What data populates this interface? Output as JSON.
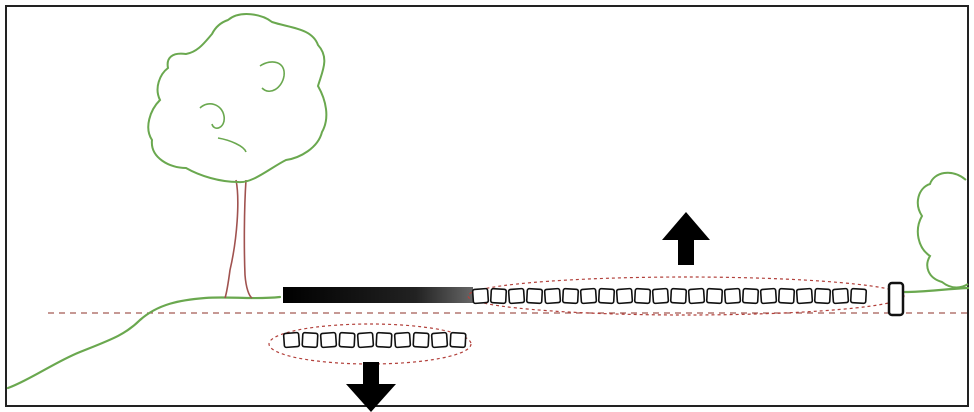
{
  "diagram": {
    "description_visible_text": "",
    "colors": {
      "vegetation_stroke": "#6aa84f",
      "trunk_stroke": "#a0524f",
      "outline_dashed": "#b2403b",
      "reference_line": "#a45a55",
      "segment_dark": "#000000",
      "brick_fill": "#ffffff",
      "brick_stroke": "#111111",
      "arrow_fill": "#000000",
      "frame": "#222222"
    },
    "elements": {
      "tree_left": "tree",
      "tree_right": "bush",
      "ground": "ground-line",
      "reference": "dashed-reference-line",
      "removed_segment": "solid-black-segment",
      "raised_chain": "block-chain-upper",
      "lowered_chain": "block-chain-lower",
      "up_arrow": "arrow-up",
      "down_arrow": "arrow-down",
      "end_cap": "end-block"
    },
    "counts": {
      "upper_blocks": 22,
      "lower_blocks": 10
    }
  }
}
